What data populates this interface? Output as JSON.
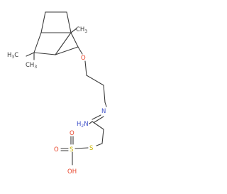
{
  "molecule": {
    "labels": {
      "methyl_top": "CH",
      "methyl_top_sub": "3",
      "methyl_left": "H",
      "methyl_left_sub": "3",
      "methyl_left_tail": "C",
      "methyl_bottom": "CH",
      "methyl_bottom_sub": "3",
      "ether_oxygen": "O",
      "imine_nitrogen": "N",
      "amine_h": "H",
      "amine_h_sub": "2",
      "amine_n": "N",
      "thio_sulfur": "S",
      "sulfonyl_sulfur": "S",
      "hydroxyl_oh": "OH",
      "oxo_top": "O",
      "oxo_left": "O"
    },
    "colors": {
      "bond": "#3a3a3a",
      "oxygen": "#e8442a",
      "nitrogen": "#3f51c9",
      "sulfur": "#c9b200"
    }
  }
}
